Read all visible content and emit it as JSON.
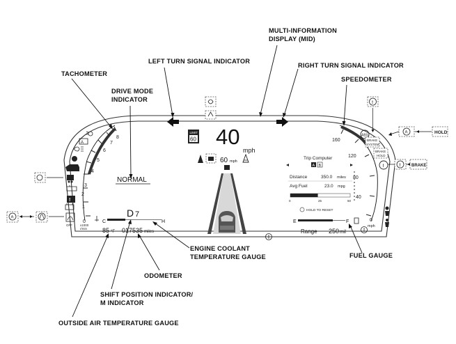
{
  "callouts": {
    "mid_line1": "MULTI-INFORMATION",
    "mid_line2": "DISPLAY (MID)",
    "left_turn": "LEFT TURN SIGNAL INDICATOR",
    "right_turn": "RIGHT TURN SIGNAL INDICATOR",
    "tachometer": "TACHOMETER",
    "speedometer": "SPEEDOMETER",
    "drive_mode_line1": "DRIVE MODE",
    "drive_mode_line2": "INDICATOR",
    "coolant_line1": "ENGINE COOLANT",
    "coolant_line2": "TEMPERATURE GAUGE",
    "fuel_gauge": "FUEL GAUGE",
    "odometer": "ODOMETER",
    "shift_line1": "SHIFT POSITION INDICATOR/",
    "shift_line2": "M INDICATOR",
    "outside_temp": "OUTSIDE AIR TEMPERATURE GAUGE"
  },
  "tachometer": {
    "ticks": [
      "0",
      "1",
      "2",
      "3",
      "4",
      "5",
      "6",
      "7",
      "8"
    ],
    "unit_line1": "x1000",
    "unit_line2": "r/min"
  },
  "speedometer": {
    "ticks": [
      "0",
      "40",
      "80",
      "120",
      "160"
    ],
    "unit": "mph"
  },
  "center": {
    "drive_mode": "NORMAL",
    "speed_value": "40",
    "speed_unit": "mph",
    "limit_label": "LIMIT",
    "limit_value": "60",
    "acc_set": "60",
    "acc_unit": "mph",
    "shift_position": "D",
    "shift_gear": "7",
    "temperature": "85",
    "temperature_unit": "°F",
    "odometer": "017535",
    "odometer_unit": "miles",
    "coolant_c": "C",
    "coolant_h": "H",
    "fuel_e": "E",
    "fuel_f": "F",
    "range_label": "Range",
    "range_value": "250",
    "range_unit": "mil"
  },
  "trip_computer": {
    "title": "Trip Computer",
    "tab_a": "A",
    "tab_b": "B",
    "distance_label": "Distance",
    "distance_value": "350.0",
    "distance_unit": "miles",
    "avgfuel_label": "Avg Fuel",
    "avgfuel_value": "23.0",
    "avgfuel_unit": "mpg",
    "scale": [
      "0",
      "25",
      "50"
    ],
    "avg_fuel_fraction": 0.46,
    "reset_label": "HOLD TO RESET"
  },
  "indicators": {
    "hold": "HOLD",
    "brake": "BRAKE",
    "brake_system_1": "BRAKE",
    "brake_system_2": "SYSTEM",
    "brake_hold_1": "BRAKE",
    "brake_hold_2": "HOLD",
    "auto_letter": "A",
    "off": "OFF",
    "vsa_off": "OFF"
  }
}
